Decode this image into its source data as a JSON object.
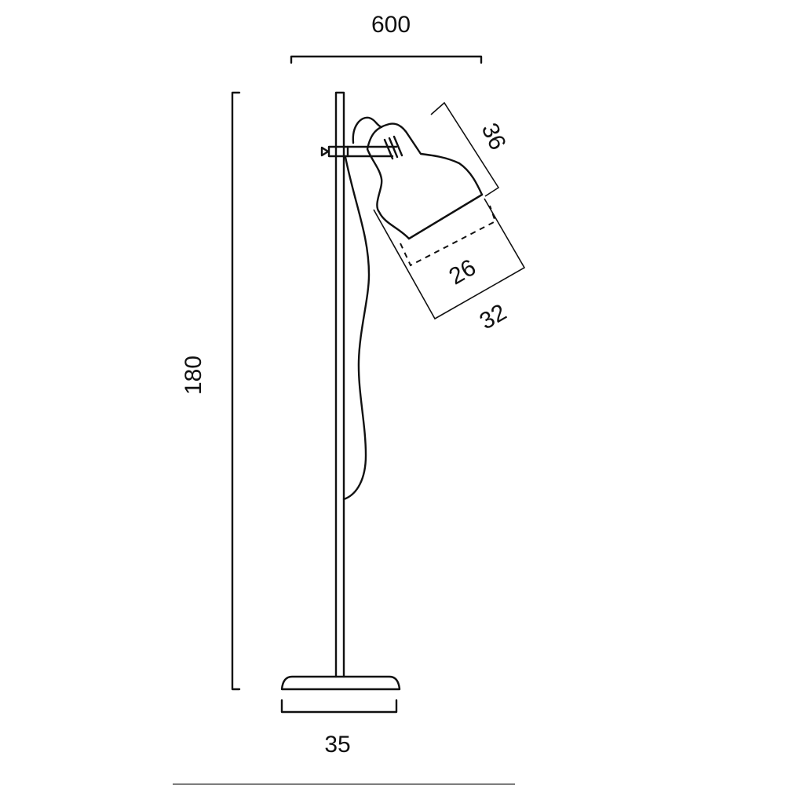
{
  "diagram": {
    "subject": "floor-lamp-dimension-drawing",
    "dimensions": {
      "width_reach": "600",
      "height": "180",
      "base_diameter": "35",
      "shade_length": "36",
      "shade_inner_diameter": "26",
      "shade_outer_diameter": "32"
    }
  },
  "colors": {
    "line": "#111111",
    "background": "#ffffff",
    "rule": "#777777"
  }
}
